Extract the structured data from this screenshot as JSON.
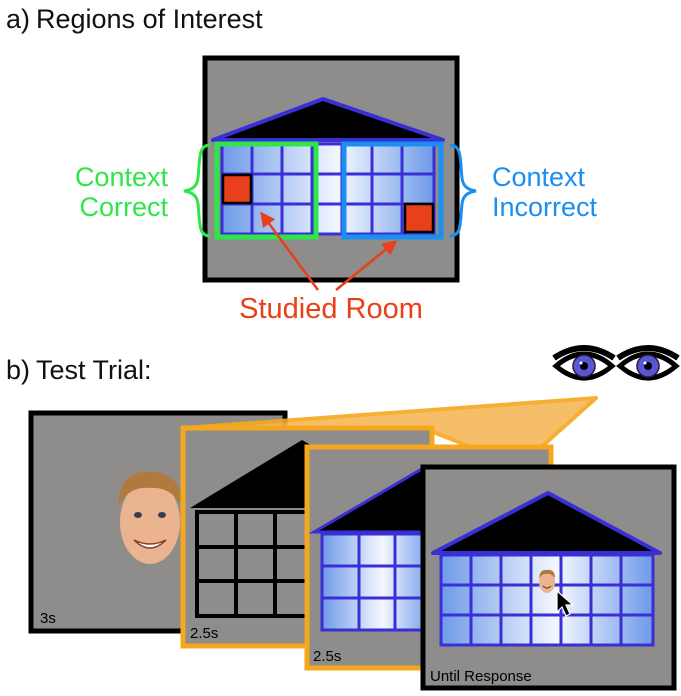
{
  "panel_a": {
    "letter": "a)",
    "title": "Regions of Interest",
    "context_correct": [
      "Context",
      "Correct"
    ],
    "context_incorrect": [
      "Context",
      "Incorrect"
    ],
    "studied_room": "Studied Room"
  },
  "panel_b": {
    "letter": "b)",
    "title": "Test Trial:",
    "frames": [
      {
        "id": "face",
        "duration": "3s"
      },
      {
        "id": "house-outline",
        "duration": "2.5s"
      },
      {
        "id": "house-blue",
        "duration": "2.5s"
      },
      {
        "id": "response",
        "duration": "Until Response"
      }
    ]
  },
  "colors": {
    "gray": "#8f8c8c",
    "green": "#2fe64a",
    "blue_roi": "#1a8ff0",
    "red": "#e8401a",
    "orange": "#f5a81e",
    "house_blue": "#3a2fd6"
  },
  "icons": [
    "eye-icon",
    "eye-icon",
    "mouse-cursor-icon",
    "face-photo"
  ]
}
